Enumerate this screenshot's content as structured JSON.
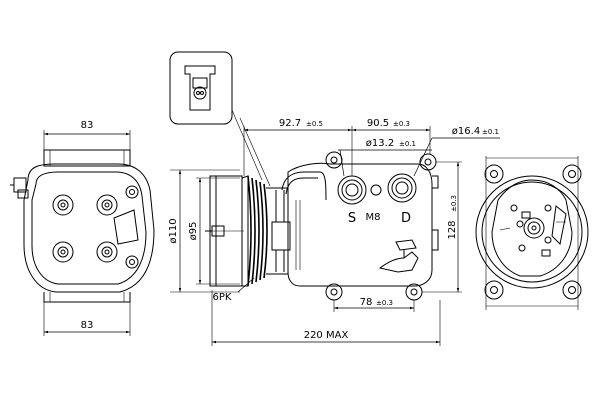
{
  "dimensions": {
    "front_width_top": "83",
    "front_width_bottom": "83",
    "pulley_to_suction": "92.7",
    "pulley_to_suction_tol": "±0.5",
    "suction_to_discharge": "90.5",
    "suction_to_discharge_tol": "±0.3",
    "port_suction_dia": "ø13.2",
    "port_suction_dia_tol": "±0.1",
    "port_discharge_dia": "ø16.4",
    "port_discharge_dia_tol": "±0.1",
    "pulley_dia_outer": "ø110",
    "pulley_dia_inner": "ø95",
    "mount_height": "128",
    "mount_height_tol": "±0.3",
    "mount_spacing": "78",
    "mount_spacing_tol": "±0.3",
    "overall_length": "220 MAX",
    "belt": "6PK",
    "thread": "M8"
  },
  "ports": {
    "suction_label": "S",
    "discharge_label": "D"
  }
}
